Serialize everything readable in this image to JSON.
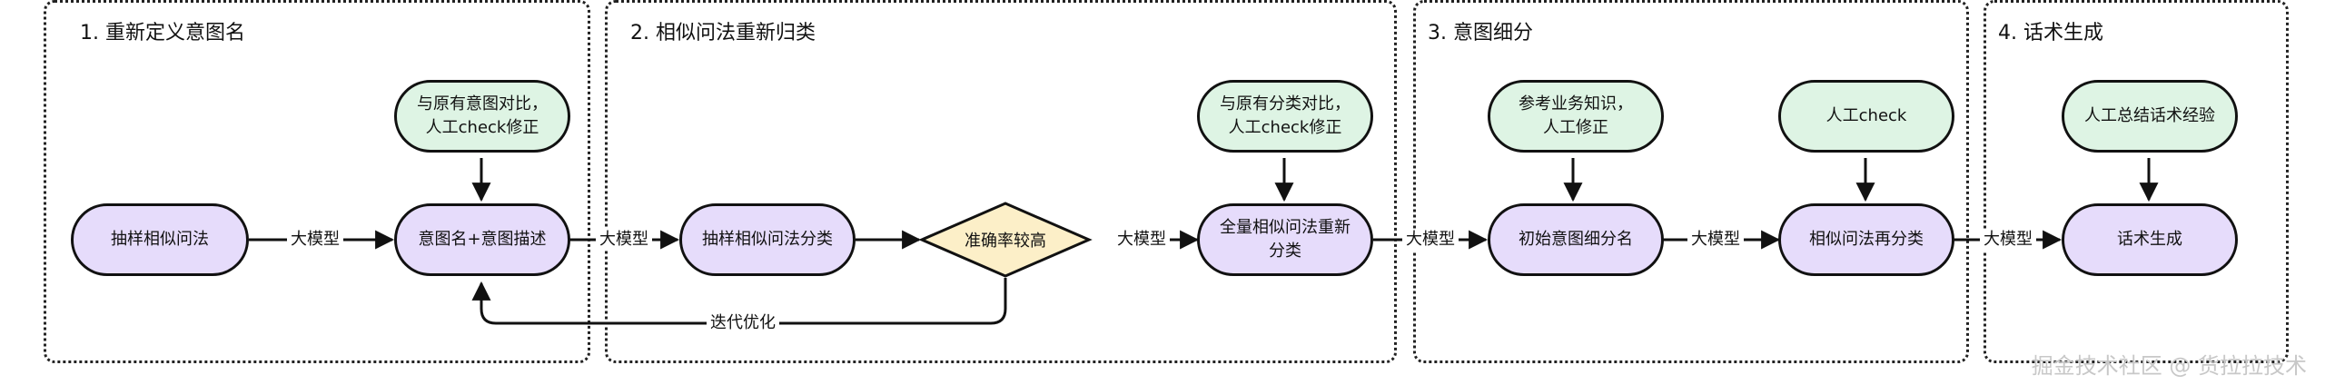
{
  "stages": [
    {
      "title": "1. 重新定义意图名"
    },
    {
      "title": "2. 相似问法重新归类"
    },
    {
      "title": "3. 意图细分"
    },
    {
      "title": "4. 话术生成"
    }
  ],
  "nodes": {
    "sample_similar": "抽样相似问法",
    "intent_name_desc": "意图名+意图描述",
    "compare_original_intent": "与原有意图对比，\n人工check修正",
    "sample_classify": "抽样相似问法分类",
    "accuracy_high": "准确率较高",
    "compare_original_class": "与原有分类对比，\n人工check修正",
    "full_reclassify": "全量相似问法重新\n分类",
    "ref_business": "参考业务知识，\n人工修正",
    "initial_subdivide": "初始意图细分名",
    "manual_check": "人工check",
    "reclassify": "相似问法再分类",
    "summarize_experience": "人工总结话术经验",
    "script_gen": "话术生成"
  },
  "edge_labels": {
    "llm": "大模型",
    "iterate": "迭代优化"
  },
  "watermark": "掘金技术社区 @ 货拉拉技术",
  "colors": {
    "process_fill": "#e6dcfb",
    "manual_fill": "#def4e4",
    "decision_fill": "#fcefc8",
    "line": "#111111"
  }
}
